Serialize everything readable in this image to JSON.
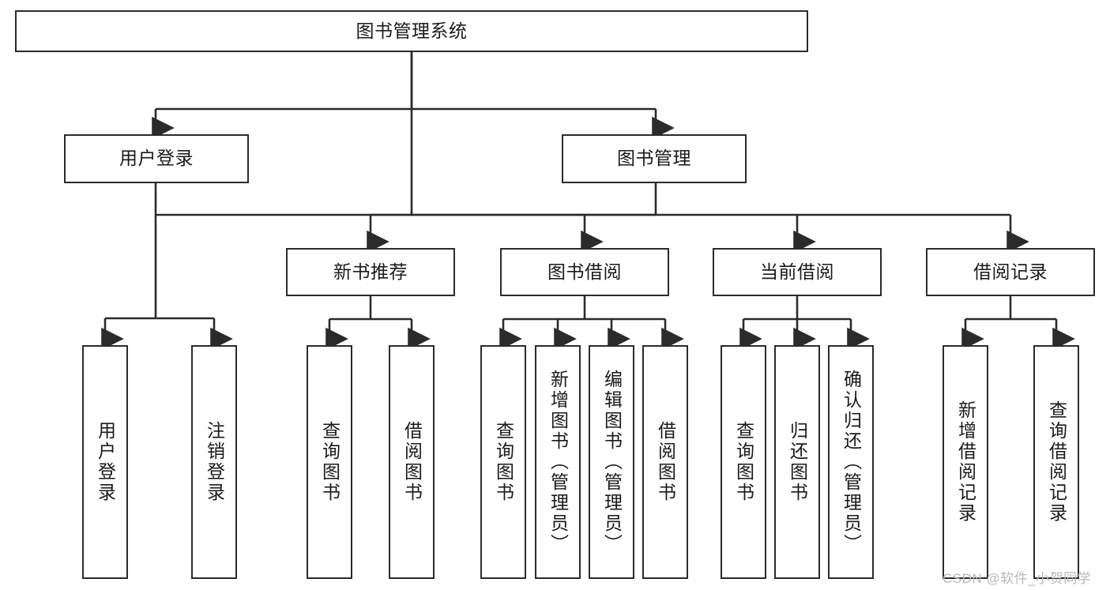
{
  "diagram": {
    "type": "tree-hierarchy-chart",
    "title": "图书管理系统",
    "line_color": "#2b2b2b",
    "box_fill": "#ffffff",
    "text_color": "#1a1a1a",
    "levels": 4
  },
  "nodes": {
    "root": {
      "label": "图书管理系统",
      "orientation": "horizontal"
    },
    "l2": [
      {
        "label": "用户登录",
        "orientation": "horizontal"
      },
      {
        "label": "图书管理",
        "orientation": "horizontal"
      }
    ],
    "l3": [
      {
        "label": "新书推荐",
        "orientation": "horizontal"
      },
      {
        "label": "图书借阅",
        "orientation": "horizontal"
      },
      {
        "label": "当前借阅",
        "orientation": "horizontal"
      },
      {
        "label": "借阅记录",
        "orientation": "horizontal"
      }
    ],
    "leaves_user_login": [
      {
        "label": "用户登录",
        "orientation": "vertical"
      },
      {
        "label": "注销登录",
        "orientation": "vertical"
      }
    ],
    "leaves_new_book": [
      {
        "label": "查询图书",
        "orientation": "vertical"
      },
      {
        "label": "借阅图书",
        "orientation": "vertical"
      }
    ],
    "leaves_borrow": [
      {
        "label": "查询图书",
        "orientation": "vertical"
      },
      {
        "label": "新增图书（管理员）",
        "orientation": "vertical"
      },
      {
        "label": "编辑图书（管理员）",
        "orientation": "vertical"
      },
      {
        "label": "借阅图书",
        "orientation": "vertical"
      }
    ],
    "leaves_current": [
      {
        "label": "查询图书",
        "orientation": "vertical"
      },
      {
        "label": "归还图书",
        "orientation": "vertical"
      },
      {
        "label": "确认归还（管理员）",
        "orientation": "vertical"
      }
    ],
    "leaves_records": [
      {
        "label": "新增借阅记录",
        "orientation": "vertical"
      },
      {
        "label": "查询借阅记录",
        "orientation": "vertical"
      }
    ]
  },
  "watermark": {
    "text": "CSDN @软件_小贺同学"
  }
}
